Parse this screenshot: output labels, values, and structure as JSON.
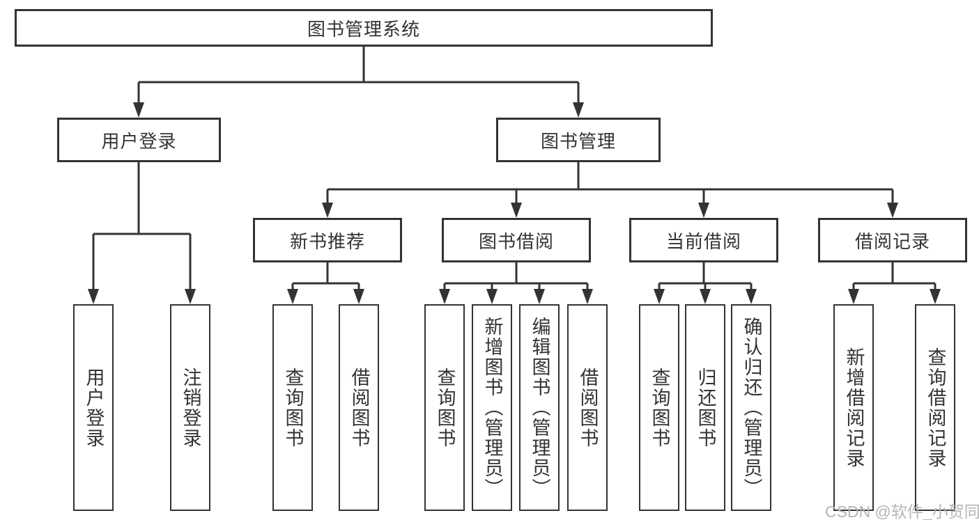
{
  "tree": {
    "root": {
      "label": "图书管理系统"
    },
    "branches": [
      {
        "label": "用户登录",
        "children": [
          "用户登录",
          "注销登录"
        ]
      },
      {
        "label": "图书管理",
        "groups": [
          {
            "label": "新书推荐",
            "children": [
              "查询图书",
              "借阅图书"
            ]
          },
          {
            "label": "图书借阅",
            "children": [
              "查询图书",
              "新增图书（管理员）",
              "编辑图书（管理员）",
              "借阅图书"
            ]
          },
          {
            "label": "当前借阅",
            "children": [
              "查询图书",
              "归还图书",
              "确认归还（管理员）"
            ]
          },
          {
            "label": "借阅记录",
            "children": [
              "新增借阅记录",
              "查询借阅记录"
            ]
          }
        ]
      }
    ]
  },
  "watermark": {
    "text": "CSDN @软件_小贺同学"
  },
  "colors": {
    "line": "#333333",
    "box_border": "#333333",
    "box_fill": "#ffffff",
    "text": "#333333",
    "watermark": "#b5b5b5",
    "background": "#ffffff"
  }
}
